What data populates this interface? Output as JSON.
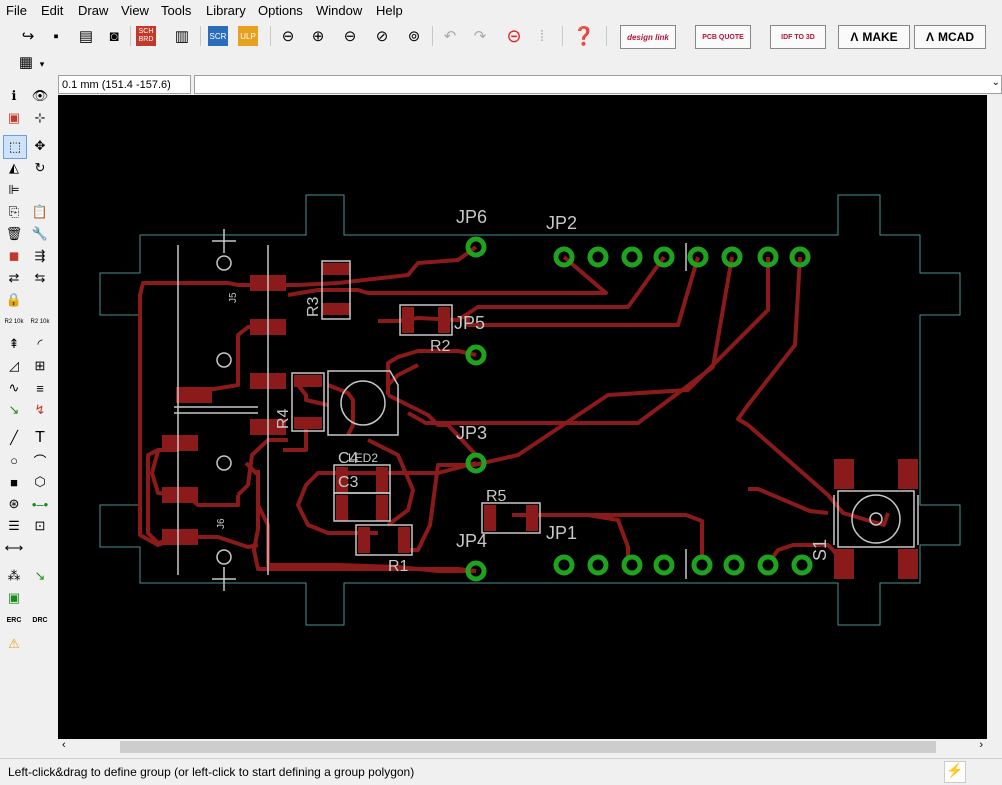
{
  "menu": [
    "File",
    "Edit",
    "Draw",
    "View",
    "Tools",
    "Library",
    "Options",
    "Window",
    "Help"
  ],
  "toolbar": {
    "design_link": "design link",
    "pcb_quote": "PCB QUOTE",
    "idf_to_3d": "IDF TO 3D",
    "make": "MAKE",
    "mcad": "MCAD",
    "sch_brd": "SCH BRD",
    "scr": "SCR",
    "ulp": "ULP"
  },
  "coordinate_display": "0.1 mm (151.4 -157.6)",
  "command_input": {
    "value": "",
    "placeholder": ""
  },
  "left_tools": {
    "text_tool": "T",
    "erc": "ERC",
    "drc": "DRC",
    "r2_left": "R2 10k",
    "r2_right": "R2 10k"
  },
  "board": {
    "labels": [
      "JP6",
      "JP2",
      "JP5",
      "R2",
      "JP3",
      "R5",
      "JP1",
      "JP4",
      "R1",
      "R3",
      "R4",
      "C4",
      "LED2",
      "C3",
      "S1",
      "J5",
      "J6"
    ]
  },
  "status": {
    "text": "Left-click&drag to define group (or left-click to start defining a group polygon)"
  },
  "colors": {
    "canvas": "#000000",
    "trace": "#8b1a1a",
    "pad": "#1fa31f",
    "outline": "#4a8f8f",
    "silk": "#c8c8c8"
  }
}
